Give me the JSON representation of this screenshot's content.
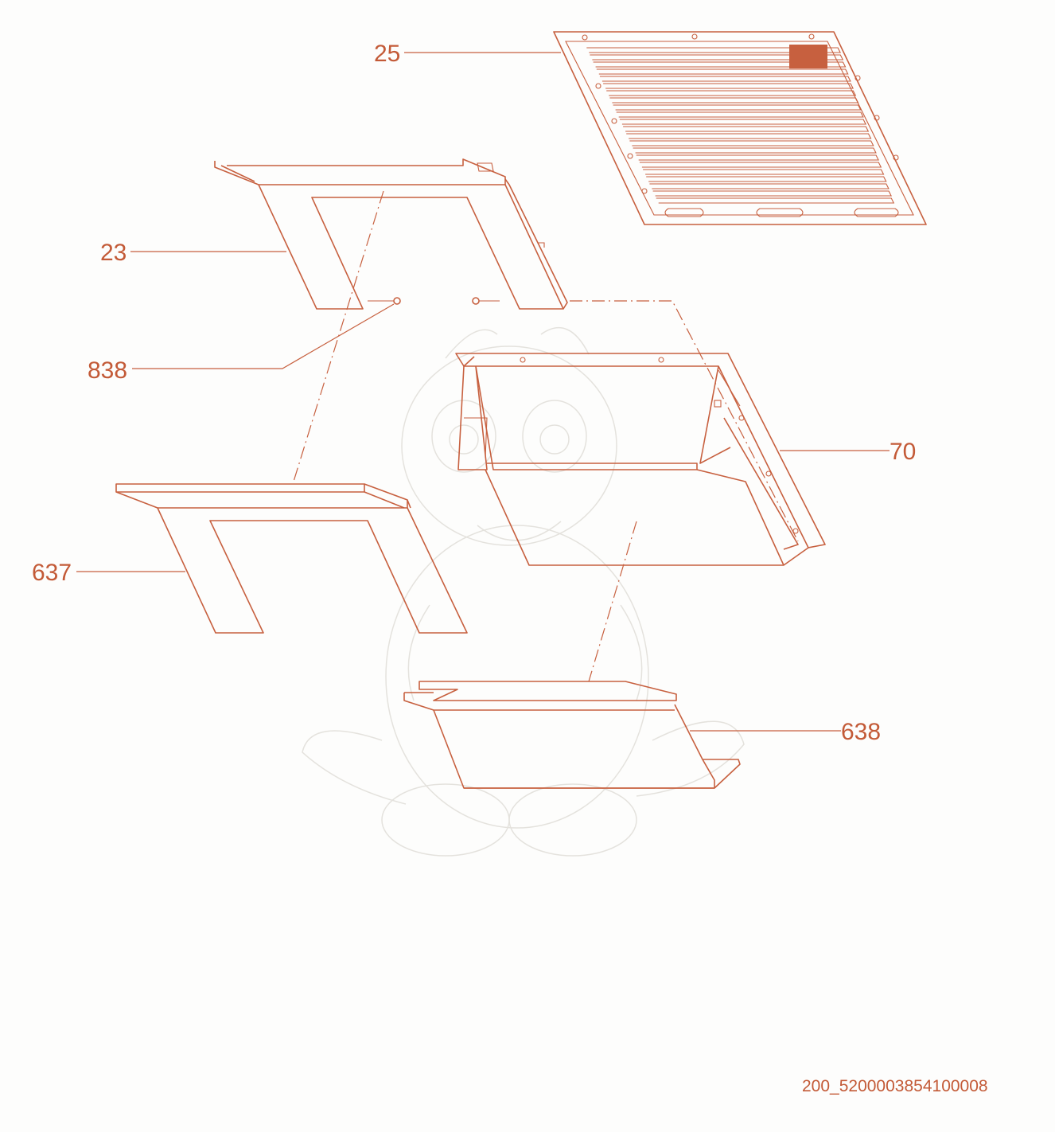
{
  "colors": {
    "line": "#c7603f",
    "text": "#c35a37",
    "background": "#fdfdfc",
    "watermark": "#e4e2dd"
  },
  "labels": {
    "p25": "25",
    "p23": "23",
    "p838": "838",
    "p70": "70",
    "p637": "637",
    "p638": "638"
  },
  "drawing_code": "200_5200003854100008",
  "watermark_icon": "dragon-mascot-icon"
}
